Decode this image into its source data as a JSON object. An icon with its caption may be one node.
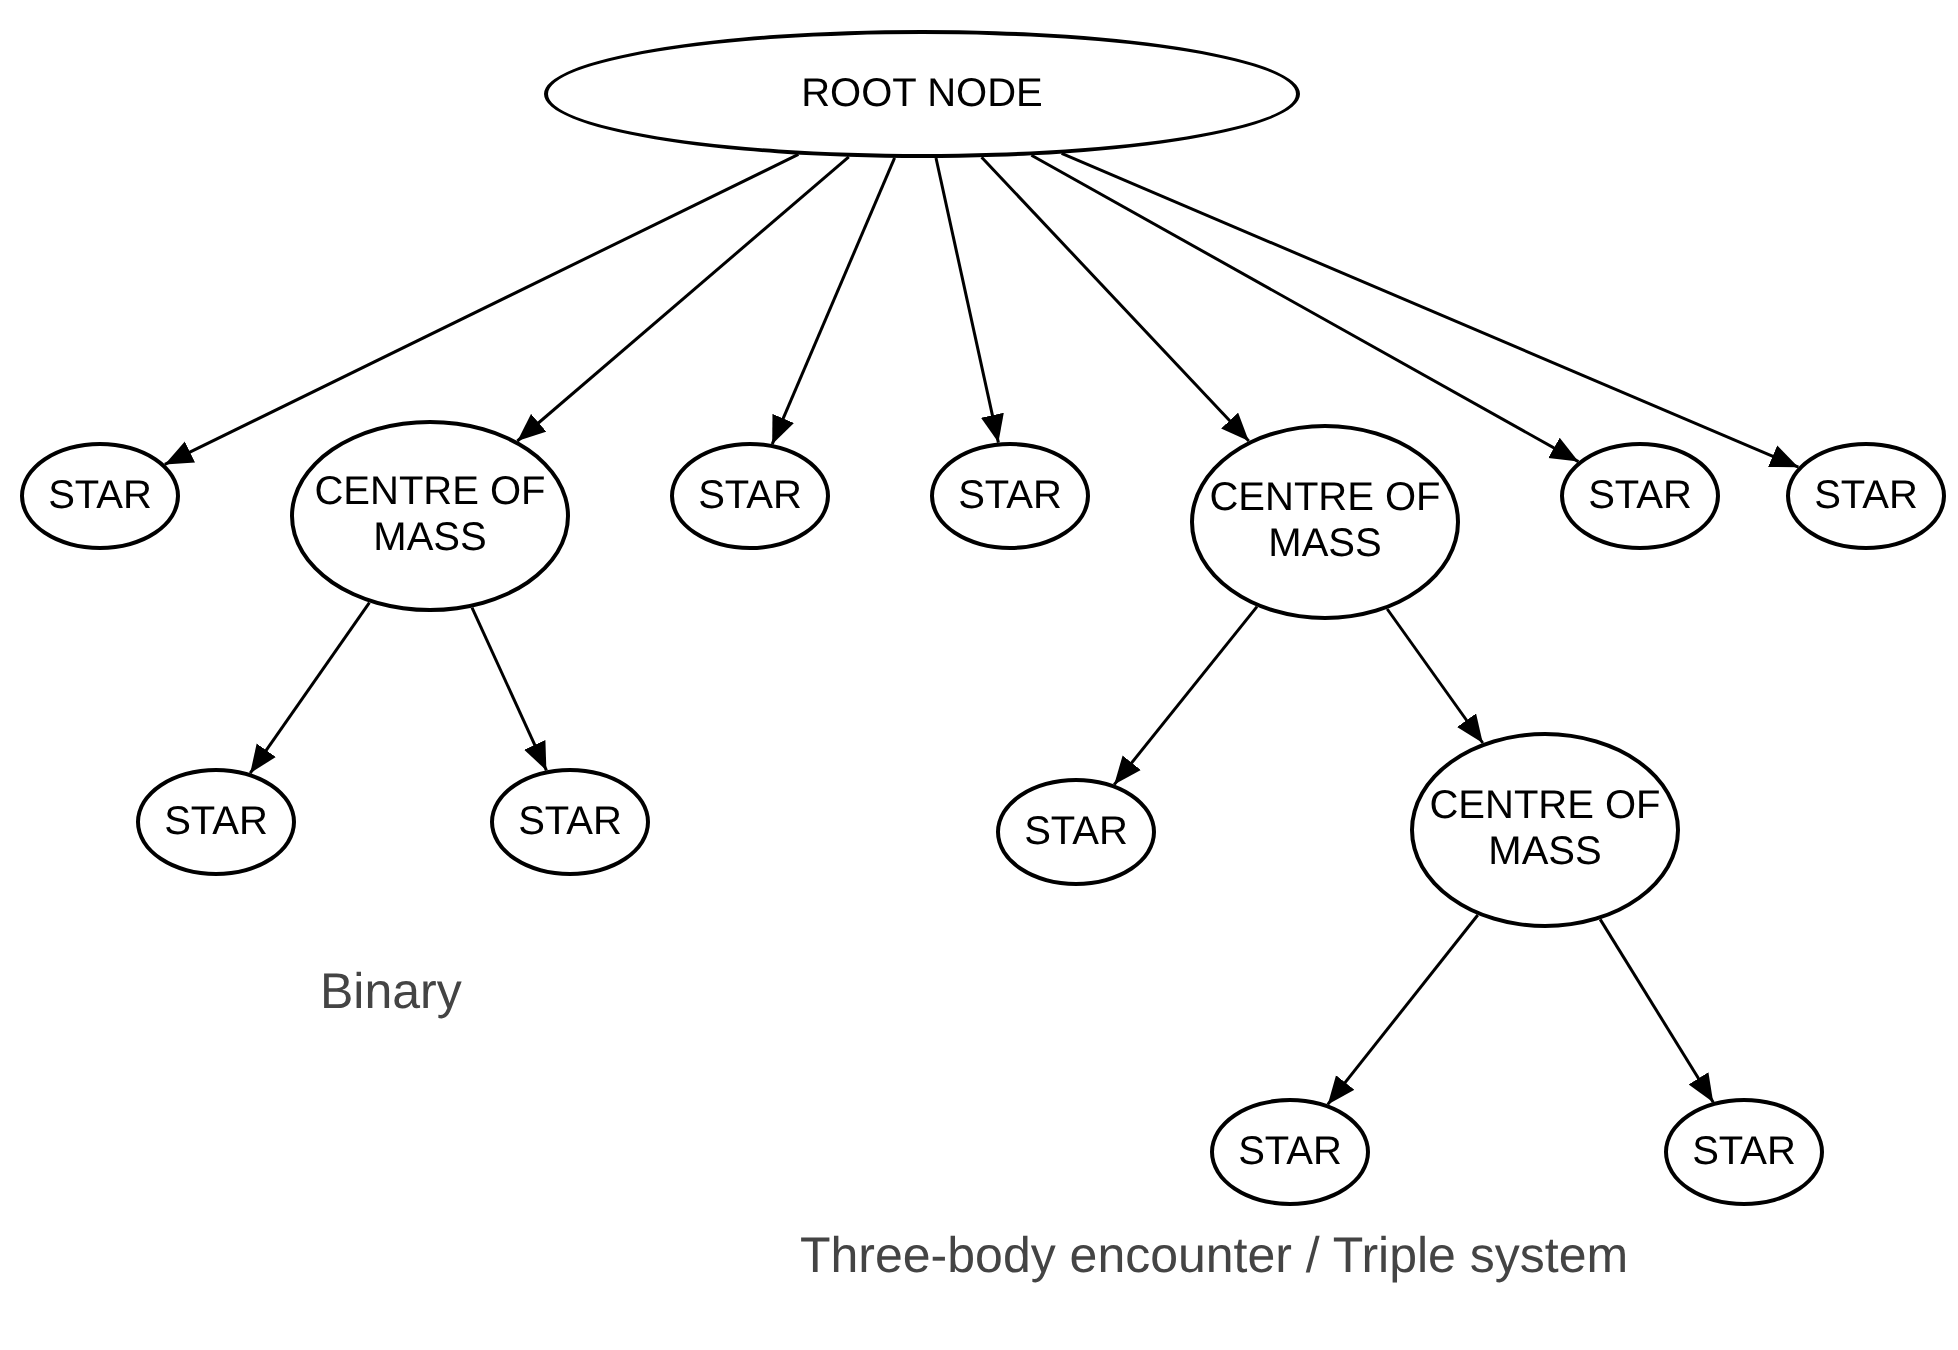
{
  "diagram": {
    "nodes": [
      {
        "text": [
          "ROOT NODE"
        ]
      },
      {
        "text": [
          "STAR"
        ]
      },
      {
        "text": [
          "CENTRE OF MASS"
        ]
      },
      {
        "text": [
          "STAR"
        ]
      },
      {
        "text": [
          "STAR"
        ]
      },
      {
        "text": [
          "CENTRE OF MASS"
        ]
      },
      {
        "text": [
          "STAR"
        ]
      },
      {
        "text": [
          "STAR"
        ]
      },
      {
        "text": [
          "STAR"
        ]
      },
      {
        "text": [
          "STAR"
        ]
      },
      {
        "text": [
          "STAR"
        ]
      },
      {
        "text": [
          "CENTRE OF MASS"
        ]
      },
      {
        "text": [
          "STAR"
        ]
      },
      {
        "text": [
          "STAR"
        ]
      }
    ],
    "edges": [
      {
        "from": 0,
        "to": 1,
        "arrow": "to"
      },
      {
        "from": 0,
        "to": 2,
        "arrow": "to"
      },
      {
        "from": 0,
        "to": 3,
        "arrow": "to"
      },
      {
        "from": 0,
        "to": 4,
        "arrow": "to"
      },
      {
        "from": 0,
        "to": 5,
        "arrow": "to"
      },
      {
        "from": 0,
        "to": 6,
        "arrow": "to"
      },
      {
        "from": 0,
        "to": 7,
        "arrow": "to"
      },
      {
        "from": 2,
        "to": 8,
        "arrow": "to"
      },
      {
        "from": 2,
        "to": 9,
        "arrow": "to"
      },
      {
        "from": 5,
        "to": 10,
        "arrow": "to"
      },
      {
        "from": 5,
        "to": 11,
        "arrow": "to"
      },
      {
        "from": 11,
        "to": 12,
        "arrow": "to"
      },
      {
        "from": 11,
        "to": 13,
        "arrow": "to"
      }
    ],
    "labels": [
      "Binary",
      "Three-body encounter / Triple system"
    ]
  }
}
